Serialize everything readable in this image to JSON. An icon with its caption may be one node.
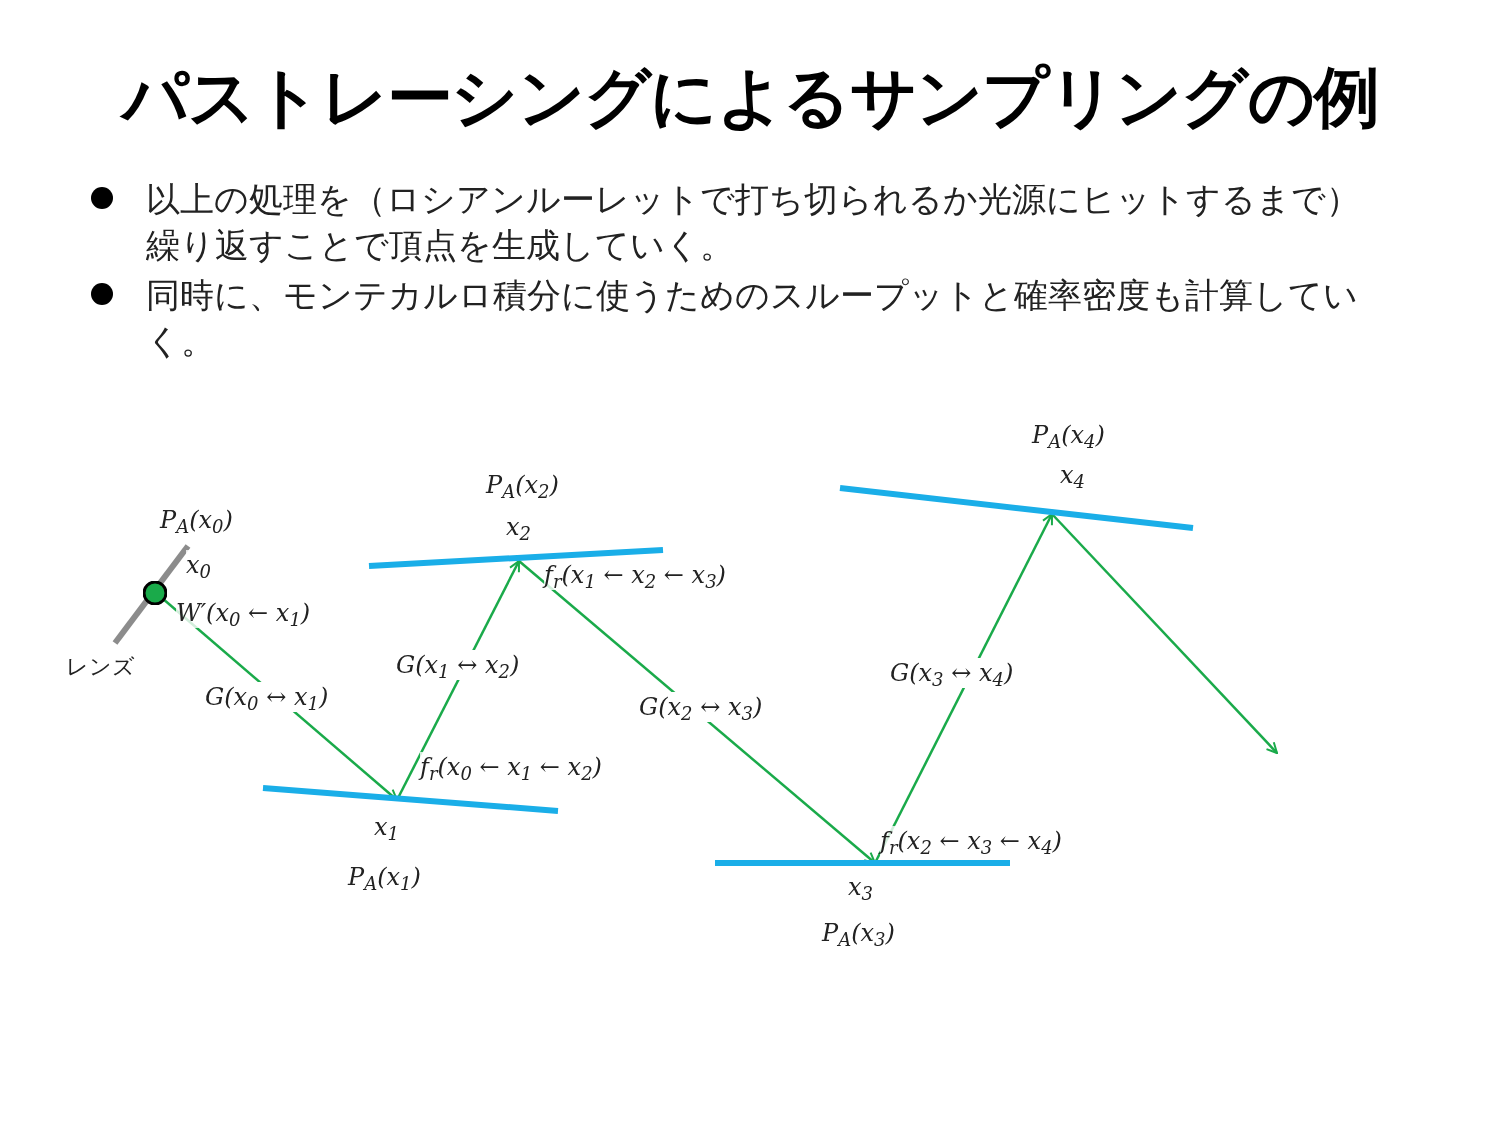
{
  "diagram": {
    "title": "パストレーシングによるサンプリングの例",
    "nodes": [
      {
        "text": [],
        "shape": "bar",
        "beside": [
          "P$_{A}$(x$_{0}$)",
          "x$_{0}$",
          "W′(x$_{0}$ ← x$_{1}$)",
          "レンズ"
        ]
      },
      {
        "text": [],
        "shape": "circle",
        "in": 0
      },
      {
        "text": [],
        "shape": "bar",
        "beside": [
          "f$_{r}$(x$_{0}$ ← x$_{1}$ ← x$_{2}$)",
          "x$_{1}$",
          "P$_{A}$(x$_{1}$)"
        ]
      },
      {
        "text": [],
        "shape": "bar",
        "beside": [
          "P$_{A}$(x$_{2}$)",
          "x$_{2}$",
          "f$_{r}$(x$_{1}$ ← x$_{2}$ ← x$_{3}$)"
        ]
      },
      {
        "text": [],
        "shape": "bar",
        "beside": [
          "f$_{r}$(x$_{2}$ ← x$_{3}$ ← x$_{4}$)",
          "x$_{3}$",
          "P$_{A}$(x$_{3}$)"
        ]
      },
      {
        "text": [],
        "shape": "bar",
        "beside": [
          "P$_{A}$(x$_{4}$)",
          "x$_{4}$"
        ]
      }
    ],
    "edges": [
      {
        "from": 1,
        "to": 2,
        "arrow": "to",
        "label": "G(x$_{0}$ ↔ x$_{1}$)"
      },
      {
        "from": 2,
        "to": 3,
        "arrow": "to",
        "label": "G(x$_{1}$ ↔ x$_{2}$)"
      },
      {
        "from": 3,
        "to": 4,
        "arrow": "to",
        "label": "G(x$_{2}$ ↔ x$_{3}$)"
      },
      {
        "from": 4,
        "to": 5,
        "arrow": "to",
        "label": "G(x$_{3}$ ↔ x$_{4}$)"
      },
      {
        "from": 5,
        "to": null,
        "arrow": "to"
      }
    ],
    "labels": [
      "以上の処理を（ロシアンルーレットで打ち切られるか光源にヒットするまで）繰り返すことで頂点を生成していく。",
      "同時に、モンテカルロ積分に使うためのスループットと確率密度も計算していく。"
    ]
  }
}
